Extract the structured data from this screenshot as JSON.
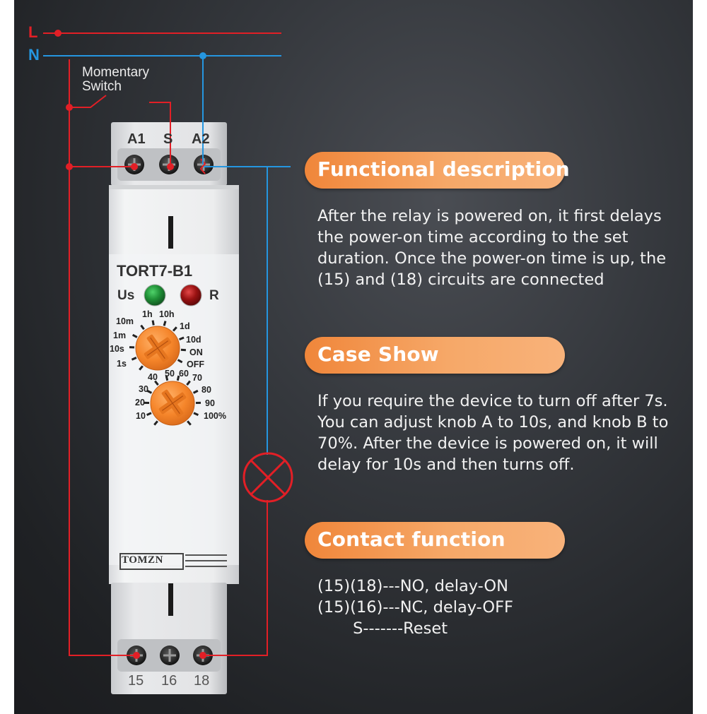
{
  "wiring": {
    "line_label": "L",
    "neutral_label": "N",
    "switch_label_1": "Momentary",
    "switch_label_2": "Switch",
    "colors": {
      "line": "#e21f26",
      "neutral": "#2596e0"
    }
  },
  "device": {
    "model": "TORT7-B1",
    "brand": "TOMZN",
    "top_terminals": [
      "A1",
      "S",
      "A2"
    ],
    "bottom_terminals": [
      "15",
      "16",
      "18"
    ],
    "led_us": "Us",
    "led_r": "R",
    "knob_a_scale": [
      "1h",
      "10h",
      "10m",
      "1d",
      "1m",
      "10d",
      "10s",
      "ON",
      "1s",
      "OFF"
    ],
    "knob_b_scale": [
      "40",
      "50",
      "60",
      "70",
      "30",
      "80",
      "20",
      "90",
      "10",
      "100%"
    ]
  },
  "sections": [
    {
      "heading": "Functional description",
      "body": "After the relay is powered on, it first delays\nthe power-on time according to the set\nduration. Once the power-on time is up, the\n(15) and (18) circuits are connected"
    },
    {
      "heading": "Case Show",
      "body": "If you require the device to turn off after 7s.\nYou can adjust knob A to 10s, and knob B to\n70%. After the device is powered on, it will\ndelay for 10s and then turns off."
    },
    {
      "heading": "Contact function",
      "body": "(15)(18)---NO, delay-ON\n(15)(16)---NC, delay-OFF\n       S-------Reset"
    }
  ]
}
